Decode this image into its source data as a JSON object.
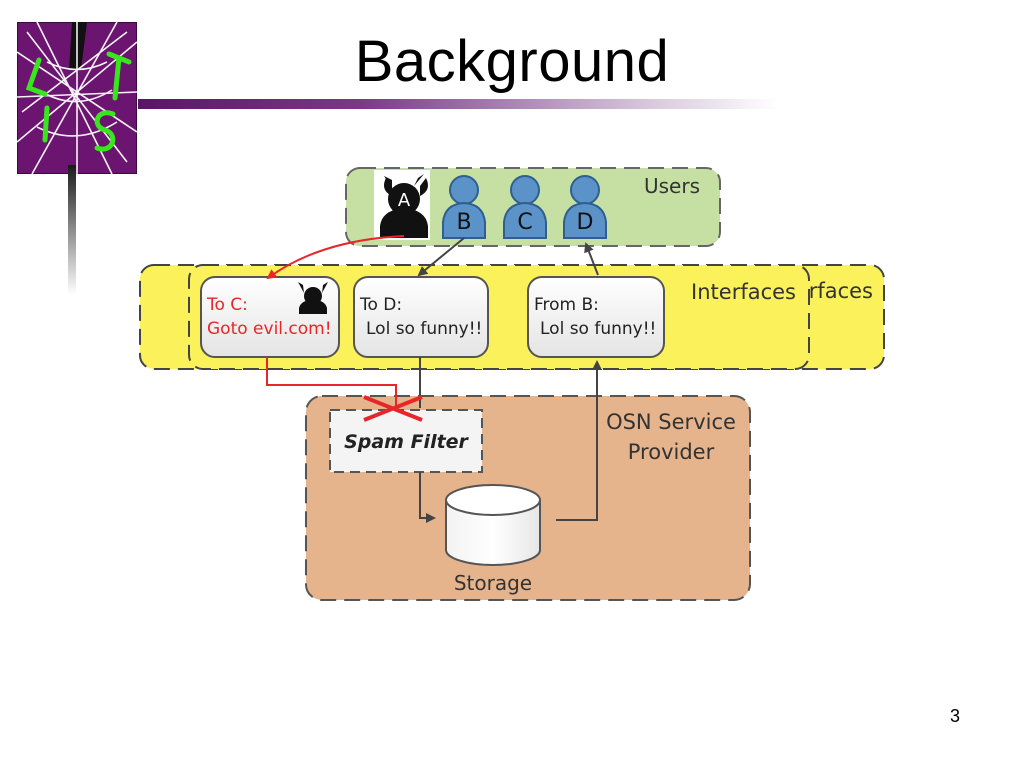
{
  "slide": {
    "title": "Background",
    "page_number": "3"
  },
  "logo": {
    "icon": "lts-web-logo-icon",
    "letters": [
      "L",
      "T",
      "S"
    ]
  },
  "diagram": {
    "users_group": {
      "label": "Users"
    },
    "users": [
      {
        "id": "A",
        "label": "A",
        "role": "attacker",
        "icon": "devil-user-icon"
      },
      {
        "id": "B",
        "label": "B",
        "role": "user",
        "icon": "person-icon"
      },
      {
        "id": "C",
        "label": "C",
        "role": "user",
        "icon": "person-icon"
      },
      {
        "id": "D",
        "label": "D",
        "role": "user",
        "icon": "person-icon"
      }
    ],
    "interfaces_group": {
      "label": "Interfaces",
      "ghost_label": "rfaces"
    },
    "messages": [
      {
        "to_line": "To C:",
        "body": "Goto evil.com!",
        "malicious": true,
        "icon": "devil-icon"
      },
      {
        "to_line": "To D:",
        "body": "Lol so funny!!"
      },
      {
        "to_line": "From B:",
        "body": "Lol so funny!!"
      }
    ],
    "provider_group": {
      "label_line1": "OSN Service",
      "label_line2": "Provider"
    },
    "spam_filter": {
      "label": "Spam Filter",
      "blocked_icon": "red-x-icon"
    },
    "storage": {
      "label": "Storage",
      "icon": "database-cylinder-icon"
    },
    "colors": {
      "users_fill": "#c6e0a4",
      "interfaces_fill": "#fbf15a",
      "provider_fill": "#e6b48c",
      "person_fill": "#5b93c9",
      "malicious_text": "#e8262a",
      "logo_purple": "#6b1470",
      "logo_green": "#39e61e"
    }
  }
}
